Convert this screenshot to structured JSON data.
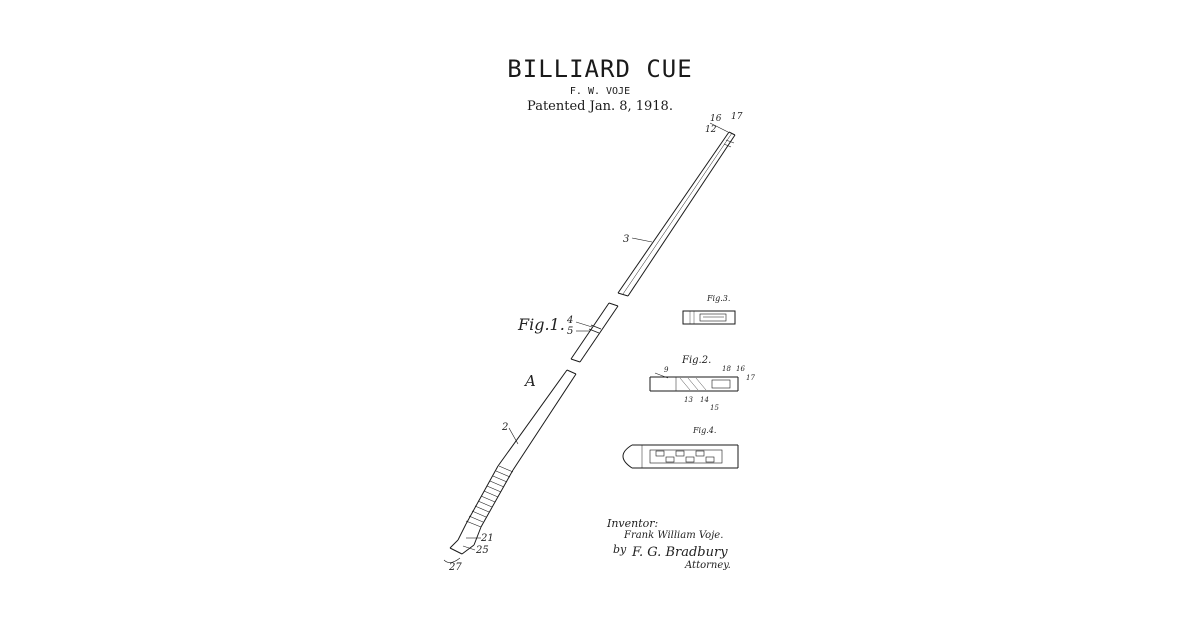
{
  "header": {
    "title": "BILLIARD CUE",
    "inventor": "F. W. VOJE",
    "patent_date": "Patented Jan. 8, 1918."
  },
  "figures": {
    "fig1_label": "Fig.1.",
    "fig2_label": "Fig.2.",
    "fig3_label": "Fig.3.",
    "fig4_label": "Fig.4.",
    "letter_a": "A"
  },
  "refs": {
    "r16": "16",
    "r17": "17",
    "r12": "12",
    "r3": "3",
    "r4": "4",
    "r5": "5",
    "r2": "2",
    "r21": "21",
    "r25": "25",
    "r27": "27",
    "r18": "18",
    "r13": "13",
    "r14": "14",
    "r15": "15",
    "r9": "9"
  },
  "signature": {
    "inventor_label": "Inventor:",
    "inventor_name": "Frank William Voje.",
    "by_label": "by",
    "attorney_signature": "F. G. Bradbury",
    "attorney_label": "Attorney."
  },
  "colors": {
    "ink": "#1a1a1a",
    "background": "#ffffff"
  }
}
